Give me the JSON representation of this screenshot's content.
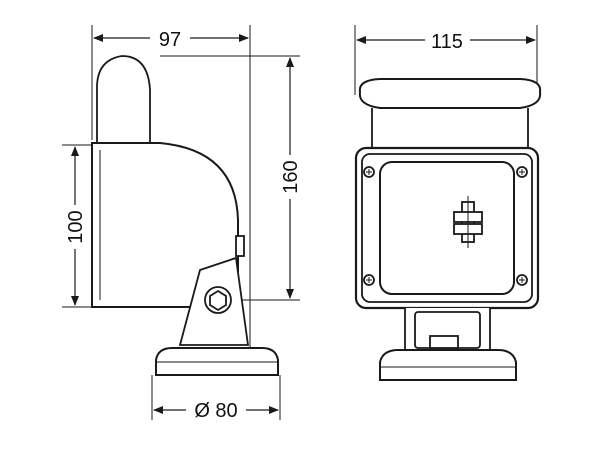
{
  "dimensions": {
    "side_width": "97",
    "front_width": "115",
    "height_total": "160",
    "height_housing": "100",
    "base_diameter": "Ø 80"
  },
  "colors": {
    "line": "#1a1a1a",
    "fill_light": "#ffffff",
    "fill_shade": "#e6e6e6"
  },
  "icons": {
    "arrow": "arrowhead-marker",
    "screw": "cross-screw-icon",
    "pivot": "pivot-bolt-icon"
  }
}
